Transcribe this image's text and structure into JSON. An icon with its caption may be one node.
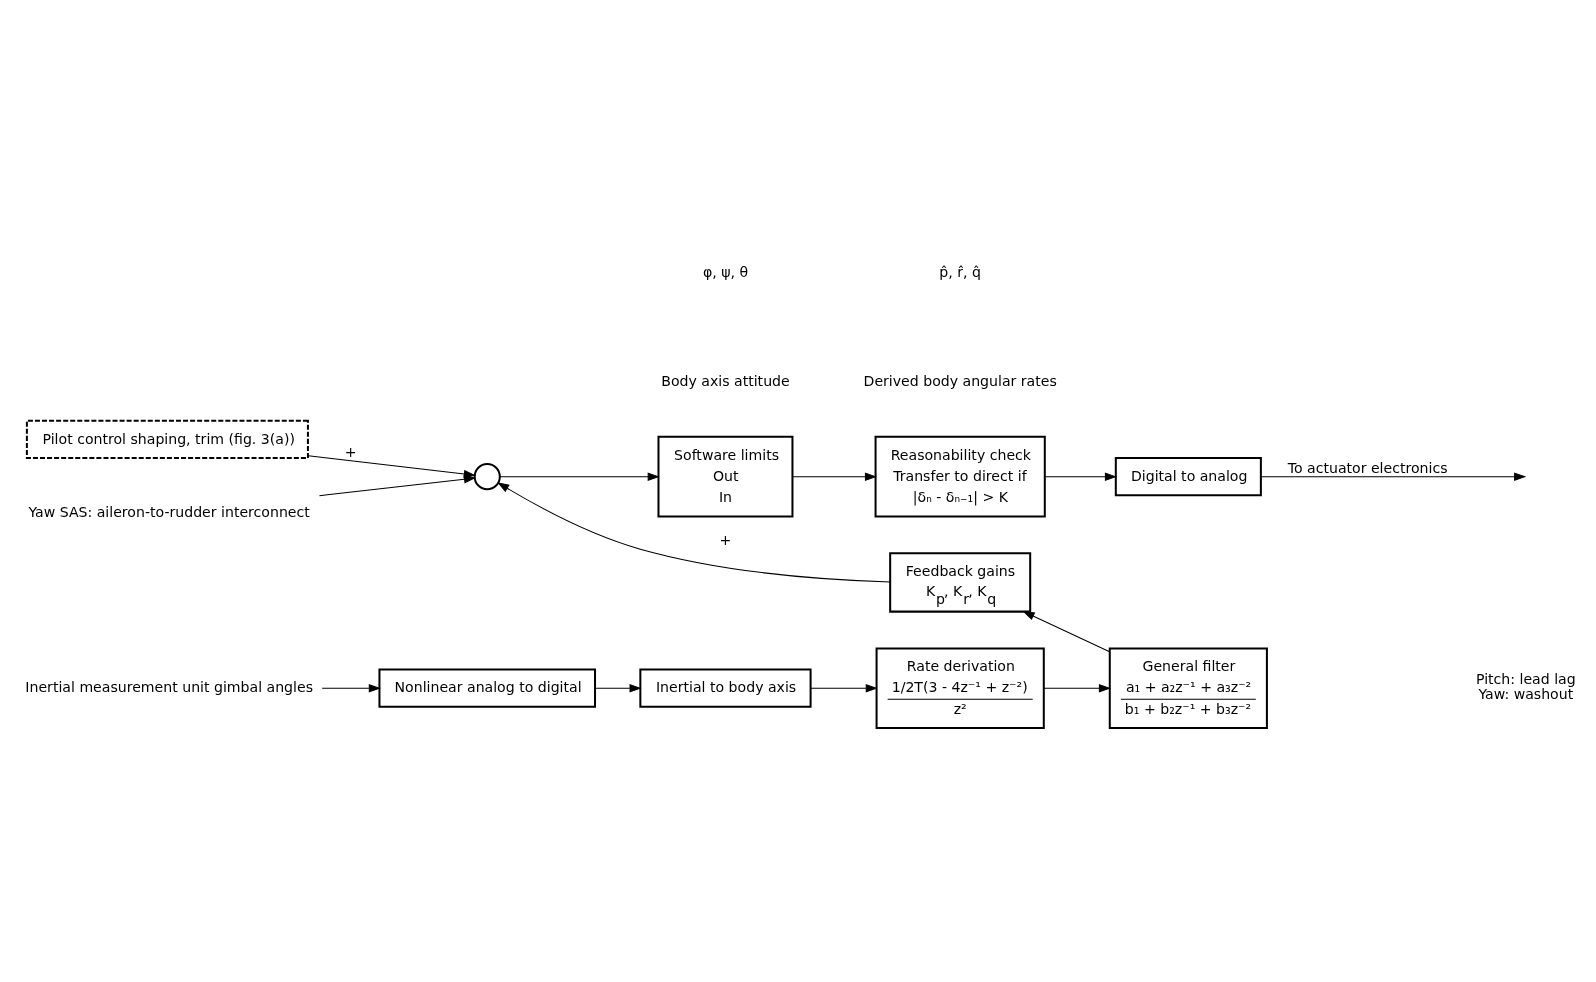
{
  "diagram": {
    "nodes": [
      {
        "text": [
          "Yaw SAS: aileron-to-rudder interconnect"
        ]
      },
      {
        "text": [
          "Pilot control shaping, trim (fig. 3(a))"
        ]
      },
      {
        "text": [],
        "shape": "circle"
      },
      {
        "text": [
          "Software limits",
          "Out",
          "In"
        ]
      },
      {
        "text": [
          "Reasonability check",
          "Transfer to direct if",
          "|δₙ - δₙ₋₁| > K"
        ]
      },
      {
        "text": [
          "Digital to analog"
        ]
      },
      {
        "text": [
          "Feedback gains",
          "K$_{p}$, K$_{r}$, K$_{q}$"
        ]
      },
      {
        "text": [
          "Inertial measurement unit gimbal angles"
        ]
      },
      {
        "text": [
          "Nonlinear analog to digital"
        ]
      },
      {
        "text": [
          "Inertial to body axis"
        ]
      },
      {
        "text": [
          "Rate derivation",
          "1/2T(3 - 4z⁻¹ + z⁻²)",
          "z²"
        ]
      },
      {
        "text": [
          "General filter",
          "a₁ + a₂z⁻¹ + a₃z⁻²",
          "b₁ + b₂z⁻¹ + b₃z⁻²"
        ],
        "beside": [
          "Pitch: lead lag",
          "Yaw: washout"
        ]
      }
    ],
    "edges": [
      {
        "from": 0,
        "to": 2,
        "arrow": "to"
      },
      {
        "from": 1,
        "to": 2,
        "arrow": "to",
        "label": "+"
      },
      {
        "from": 2,
        "to": 3,
        "arrow": "to"
      },
      {
        "from": 3,
        "to": 4,
        "arrow": "to"
      },
      {
        "from": 4,
        "to": 5,
        "arrow": "to"
      },
      {
        "from": 5,
        "to": null,
        "arrow": "to",
        "label": "To actuator electronics"
      },
      {
        "from": 11,
        "to": 6,
        "arrow": "to"
      },
      {
        "from": 6,
        "to": 2,
        "arrow": "to",
        "label": "+"
      },
      {
        "from": 7,
        "to": 8,
        "arrow": "to"
      },
      {
        "from": 8,
        "to": 9,
        "arrow": "to"
      },
      {
        "from": 9,
        "to": 10,
        "arrow": "to"
      },
      {
        "from": 10,
        "to": 11,
        "arrow": "to"
      }
    ],
    "labels": [
      "φ, ψ, θ",
      "Body axis attitude",
      "p̂, r̂, q̂",
      "Derived body angular rates"
    ]
  }
}
